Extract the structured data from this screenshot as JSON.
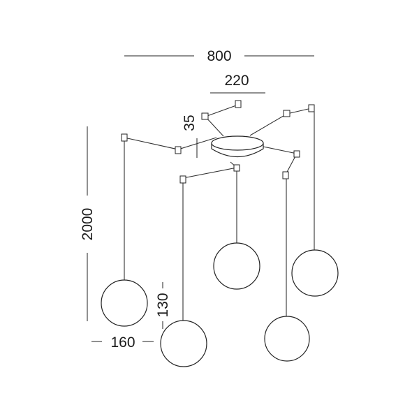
{
  "dimensions": {
    "overall_width": "800",
    "canopy_width": "220",
    "canopy_height": "35",
    "cable_length": "2000",
    "globe_height": "130",
    "globe_diameter": "160"
  }
}
